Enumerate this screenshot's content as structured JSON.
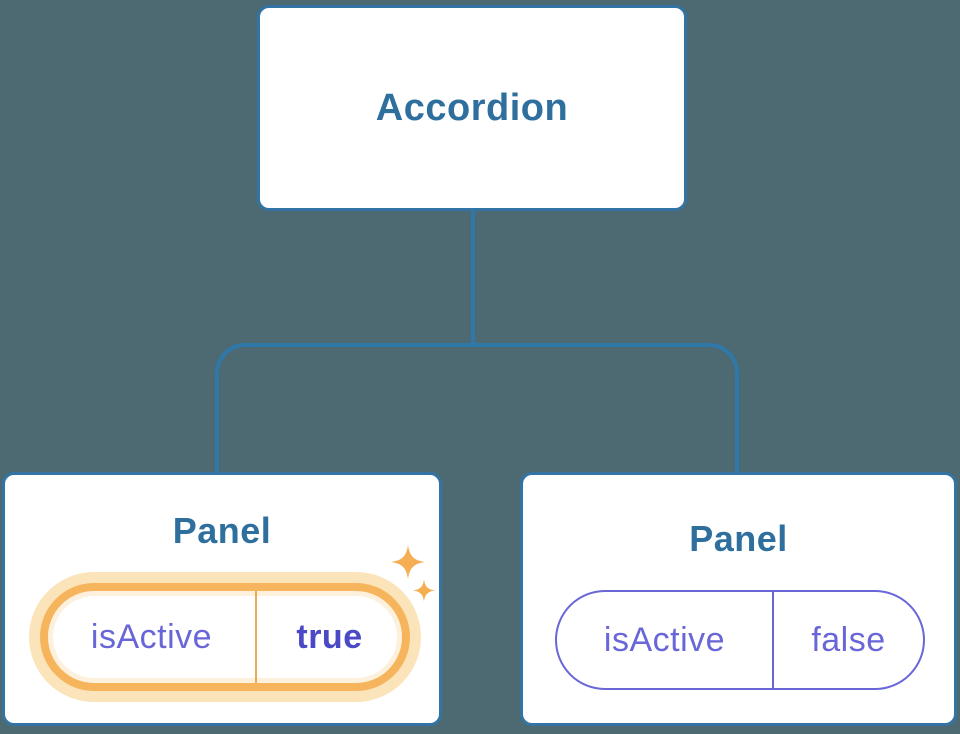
{
  "diagram": {
    "description": "Component tree diagram: Accordion parent with two Panel children showing isActive state",
    "nodes": {
      "accordion": {
        "label": "Accordion"
      },
      "panel_active": {
        "label": "Panel",
        "state_key": "isActive",
        "state_value": "true",
        "highlighted": true
      },
      "panel_inactive": {
        "label": "Panel",
        "state_key": "isActive",
        "state_value": "false",
        "highlighted": false
      }
    },
    "icons": {
      "sparkle_large": "sparkle-icon",
      "sparkle_small": "sparkle-icon"
    },
    "colors": {
      "background": "#4d6971",
      "node_border": "#3474a4",
      "connector": "#2f79aa",
      "node_text": "#2e6f9e",
      "state_text": "#6966d8",
      "state_value_active": "#4c49c6",
      "highlight_ring": "#f6b45c",
      "highlight_halo": "#fbe3ba",
      "highlight_divider": "#f2a94e",
      "sparkle": "#f5ae52"
    }
  }
}
